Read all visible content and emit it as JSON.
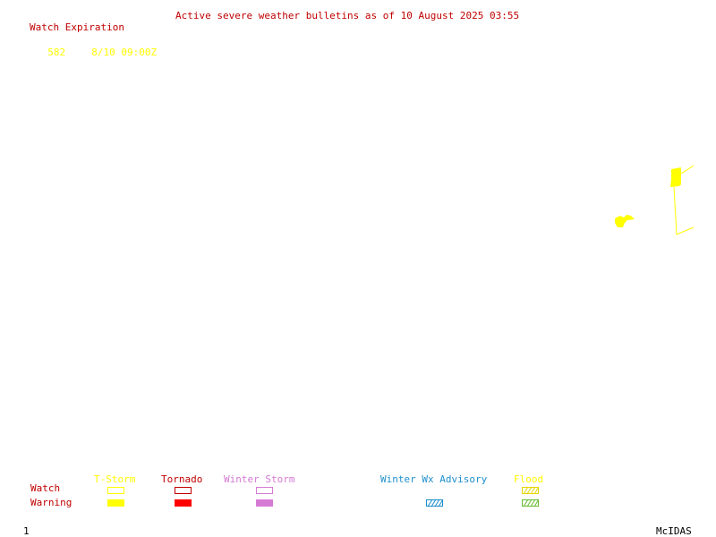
{
  "header": {
    "title": "Active severe weather bulletins as of 10 August 2025 03:55",
    "title_color": "#c00000"
  },
  "watch_table": {
    "heading": "Watch Expiration",
    "heading_color": "#c00000",
    "rows": [
      {
        "number": "582",
        "expiration": "8/10 09:00Z",
        "color": "#ffff00"
      }
    ]
  },
  "legend": {
    "row_labels": {
      "watch": "Watch",
      "warning": "Warning"
    },
    "row_label_color": "#c00000",
    "categories": [
      {
        "label": "T-Storm",
        "color": "#ffff00",
        "watch_style": "outline",
        "warning_style": "solid"
      },
      {
        "label": "Tornado",
        "color": "#ff0000",
        "label_color": "#c00000",
        "watch_style": "outline",
        "warning_style": "solid"
      },
      {
        "label": "Winter Storm",
        "color": "#d57ad5",
        "watch_style": "outline",
        "warning_style": "solid"
      },
      {
        "label": "Winter Wx Advisory",
        "color": "#1e8fcc",
        "watch_style": "none",
        "warning_style": "hatched"
      },
      {
        "label": "Flood",
        "color": "#ffff00",
        "warning_color": "#66bb33",
        "watch_style": "hatched",
        "warning_style": "hatched"
      }
    ]
  },
  "footer": {
    "frame_number": "1",
    "credit": "McIDAS"
  },
  "map": {
    "watch_polygon_color": "#ffff00"
  }
}
